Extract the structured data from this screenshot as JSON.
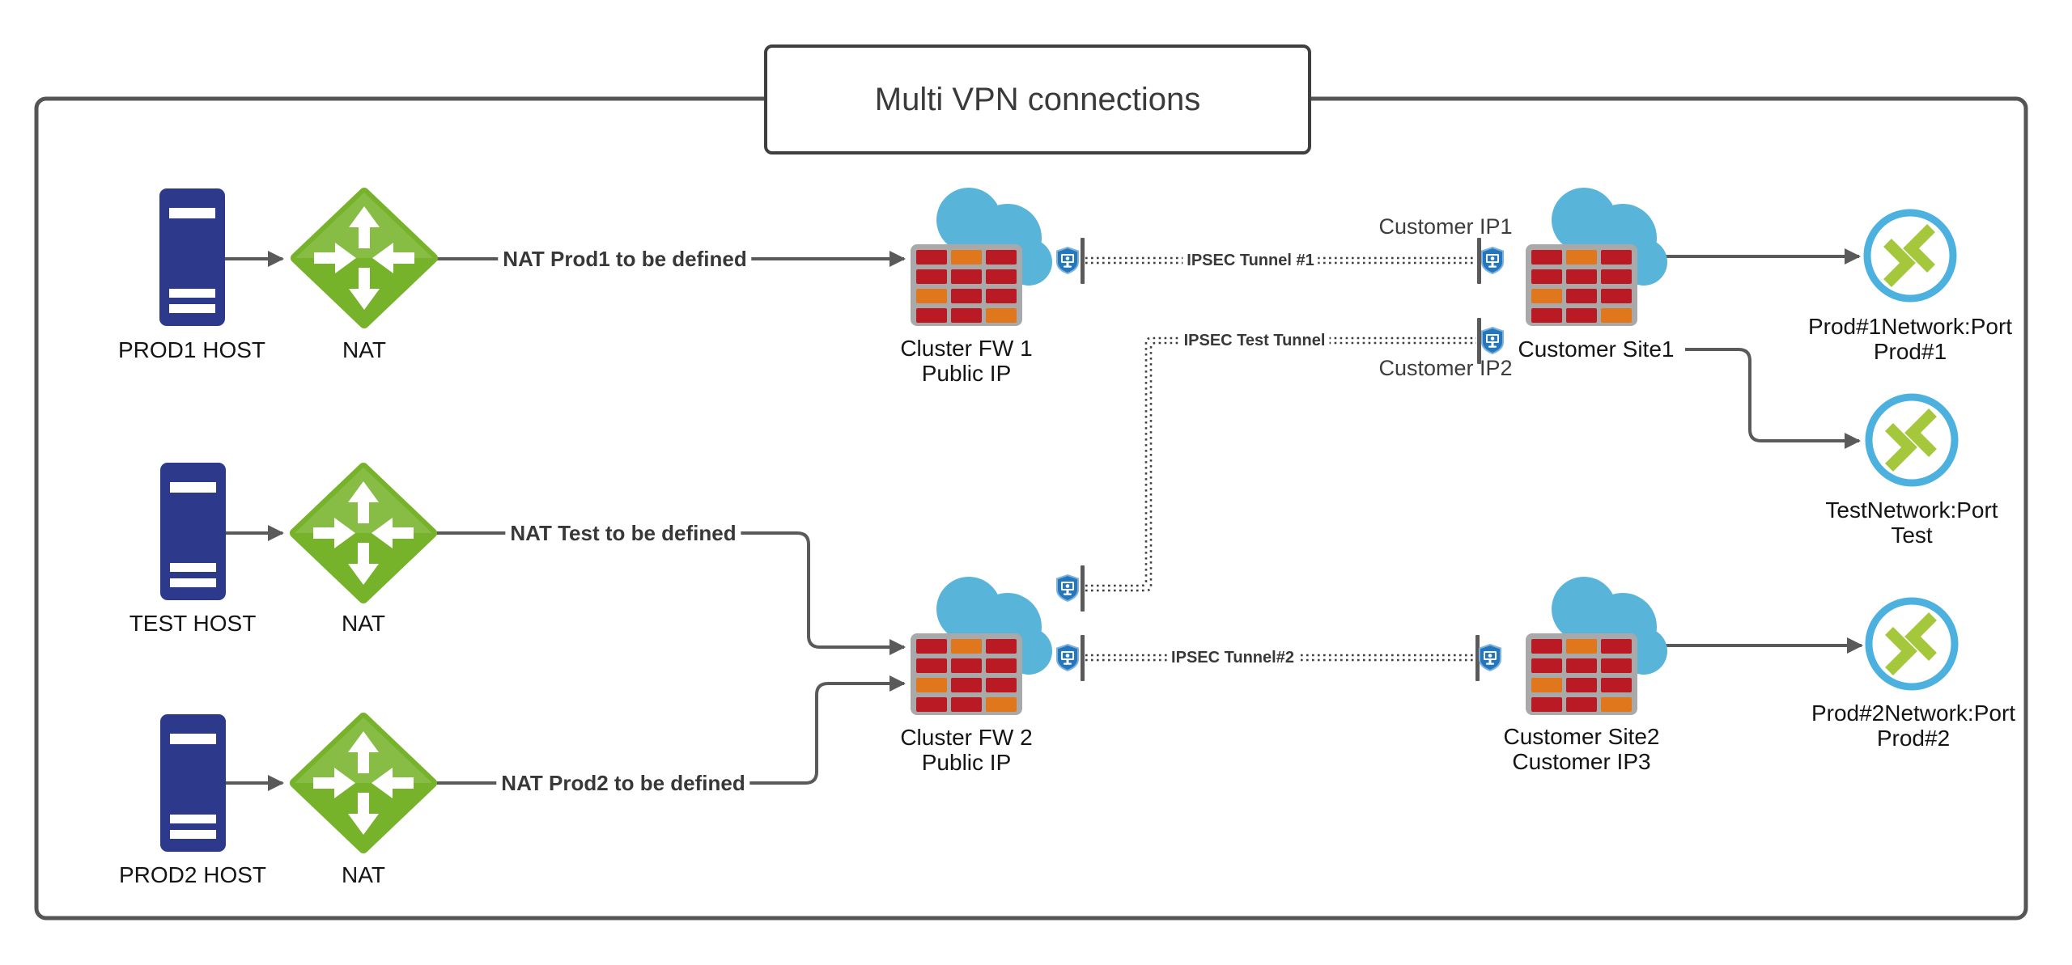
{
  "title": "Multi VPN connections",
  "hosts": {
    "prod1": "PROD1 HOST",
    "test": "TEST HOST",
    "prod2": "PROD2 HOST"
  },
  "nat_labels": {
    "row1": "NAT",
    "row2": "NAT",
    "row3": "NAT"
  },
  "nat_line_labels": {
    "prod1": "NAT Prod1 to be defined",
    "test": "NAT Test to be defined",
    "prod2": "NAT Prod2 to be defined"
  },
  "firewalls": {
    "fw1": {
      "line1": "Cluster FW 1",
      "line2": "Public IP"
    },
    "fw2": {
      "line1": "Cluster FW 2",
      "line2": "Public IP"
    },
    "site1": {
      "line1": "Customer Site1"
    },
    "site2": {
      "line1": "Customer Site2",
      "line2": "Customer IP3"
    }
  },
  "tunnels": {
    "tunnel1": "IPSEC Tunnel #1",
    "test": "IPSEC Test Tunnel",
    "tunnel2": "IPSEC Tunnel#2"
  },
  "customer_ips": {
    "ip1": "Customer IP1",
    "ip2": "Customer IP2"
  },
  "endpoints": {
    "prod1": {
      "line1": "Prod#1Network:Port",
      "line2": "Prod#1"
    },
    "test": {
      "line1": "TestNetwork:Port",
      "line2": "Test"
    },
    "prod2": {
      "line1": "Prod#2Network:Port",
      "line2": "Prod#2"
    }
  },
  "icons": {
    "server": "server-tower-icon",
    "nat": "nat-router-icon",
    "firewall": "cloud-firewall-icon",
    "vpn_shield": "vpn-shield-icon",
    "endpoint": "network-port-icon"
  },
  "colors": {
    "border_gray": "#555555",
    "connector_gray": "#5a5a5a",
    "dotted_line": "#3e3e3e",
    "server_blue": "#2d3a8c",
    "nat_green": "#76b22a",
    "brick_red": "#b91a23",
    "brick_orange": "#e1771c",
    "brick_frame": "#a9a9a9",
    "cloud_blue": "#58b4d9",
    "shield_blue": "#2477bd",
    "ring_blue": "#4cb1de",
    "chevron_green": "#a5c73c"
  }
}
